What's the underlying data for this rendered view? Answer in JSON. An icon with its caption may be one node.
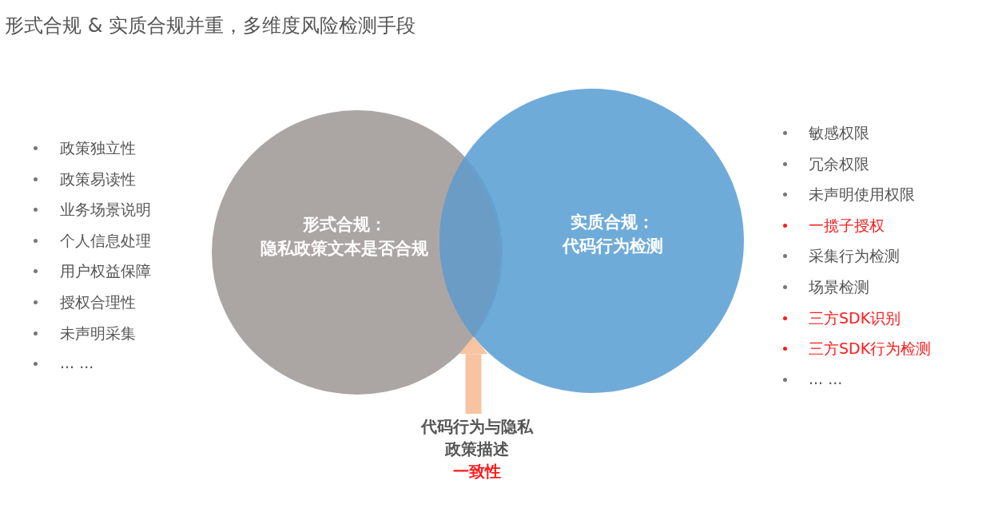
{
  "diagram": {
    "title": "形式合规 & 实质合规并重，多维度风险检测手段",
    "nodes": [
      {
        "text": [
          "形式合规：",
          "隐私政策文本是否合规"
        ]
      },
      {
        "text": [
          "实质合规：",
          "代码行为检测"
        ]
      },
      {
        "text": [],
        "shape": "lens"
      },
      {
        "text": [
          "代码行为与隐私政策描述",
          "一致性"
        ]
      }
    ],
    "edges": [
      {
        "from": 3,
        "to": 2,
        "arrow": "to"
      }
    ],
    "labels": [
      "政策独立性",
      "政策易读性",
      "业务场景说明",
      "个人信息处理",
      "用户权益保障",
      "授权合理性",
      "未声明采集",
      "... ...",
      "敏感权限",
      "冗余权限",
      "未声明使用权限",
      "一揽子授权",
      "采集行为检测",
      "场景检测",
      "三方SDK识别",
      "三方SDK行为检测",
      "... ..."
    ]
  }
}
